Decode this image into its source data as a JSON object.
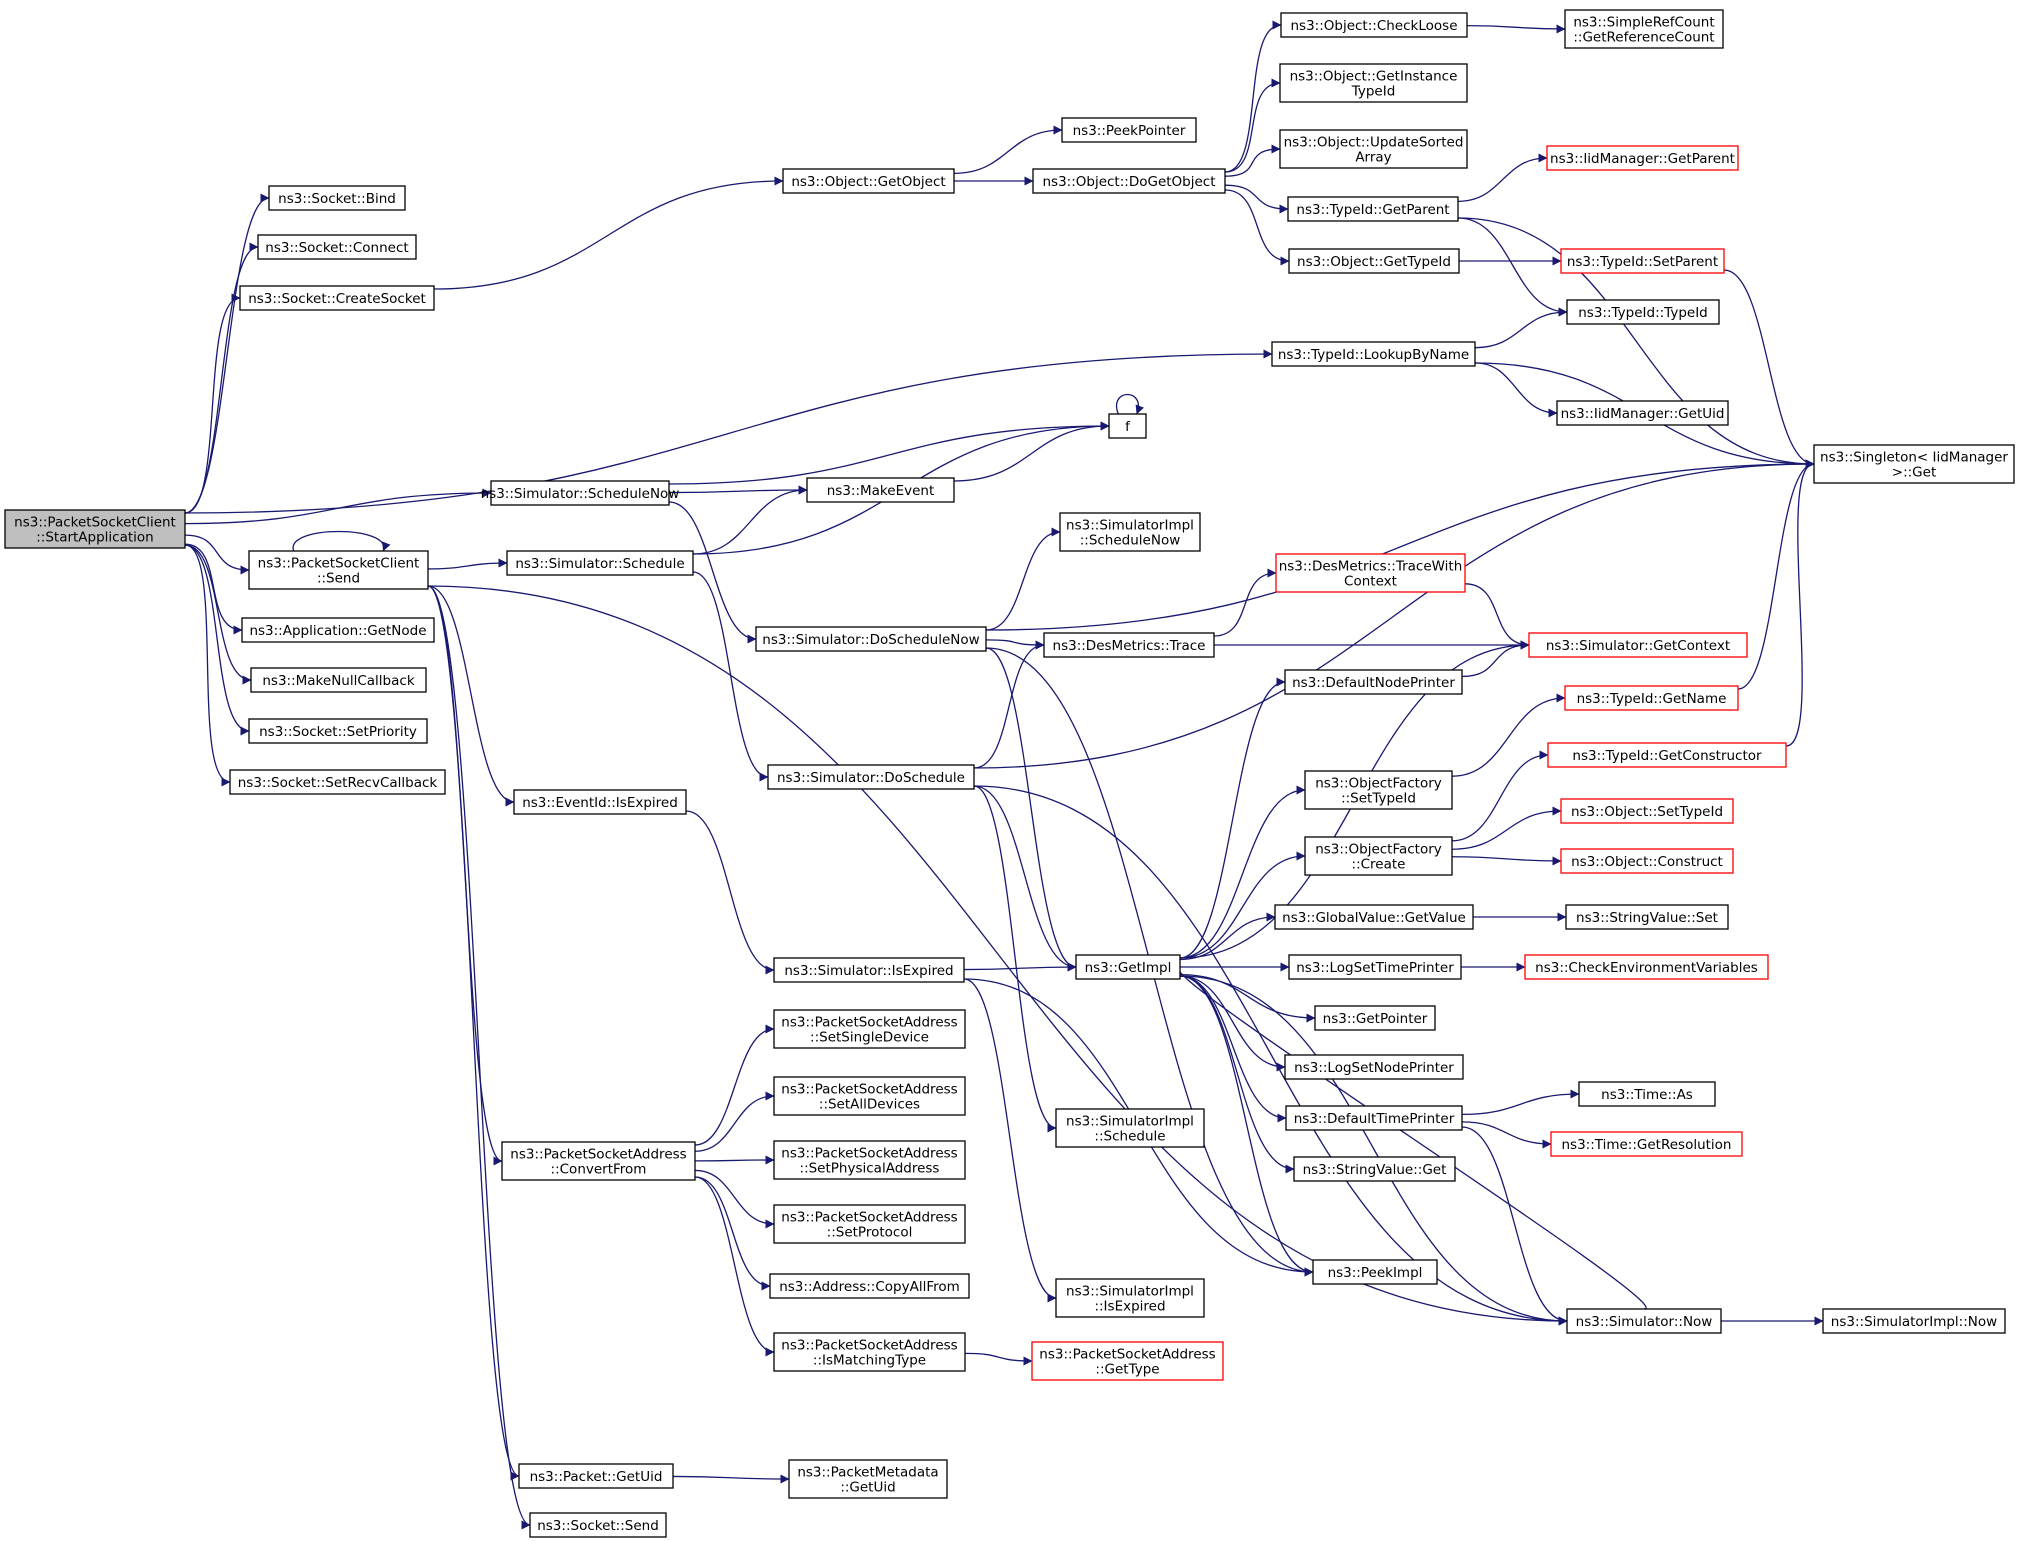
{
  "nodes": [
    {
      "id": "root",
      "lines": [
        "ns3::PacketSocketClient",
        "::StartApplication"
      ],
      "style": "root"
    },
    {
      "id": "sockbind",
      "lines": [
        "ns3::Socket::Bind"
      ]
    },
    {
      "id": "sockconnect",
      "lines": [
        "ns3::Socket::Connect"
      ]
    },
    {
      "id": "createsocket",
      "lines": [
        "ns3::Socket::CreateSocket"
      ]
    },
    {
      "id": "pscsend",
      "lines": [
        "ns3::PacketSocketClient",
        "::Send"
      ]
    },
    {
      "id": "getnode",
      "lines": [
        "ns3::Application::GetNode"
      ]
    },
    {
      "id": "makenullcb",
      "lines": [
        "ns3::MakeNullCallback"
      ]
    },
    {
      "id": "setpriority",
      "lines": [
        "ns3::Socket::SetPriority"
      ]
    },
    {
      "id": "setrecvcb",
      "lines": [
        "ns3::Socket::SetRecvCallback"
      ]
    },
    {
      "id": "getobject",
      "lines": [
        "ns3::Object::GetObject"
      ]
    },
    {
      "id": "peekpointer",
      "lines": [
        "ns3::PeekPointer"
      ]
    },
    {
      "id": "dogetobject",
      "lines": [
        "ns3::Object::DoGetObject"
      ]
    },
    {
      "id": "checkloose",
      "lines": [
        "ns3::Object::CheckLoose"
      ]
    },
    {
      "id": "getrefcount",
      "lines": [
        "ns3::SimpleRefCount",
        "::GetReferenceCount"
      ]
    },
    {
      "id": "getinsttypeid",
      "lines": [
        "ns3::Object::GetInstance",
        "TypeId"
      ]
    },
    {
      "id": "updatesorted",
      "lines": [
        "ns3::Object::UpdateSorted",
        "Array"
      ]
    },
    {
      "id": "typeidgetparent",
      "lines": [
        "ns3::TypeId::GetParent"
      ]
    },
    {
      "id": "iidgetparent",
      "lines": [
        "ns3::IidManager::GetParent"
      ],
      "style": "red"
    },
    {
      "id": "objgettypeid",
      "lines": [
        "ns3::Object::GetTypeId"
      ]
    },
    {
      "id": "typeidsetparent",
      "lines": [
        "ns3::TypeId::SetParent"
      ],
      "style": "red"
    },
    {
      "id": "typeidctor",
      "lines": [
        "ns3::TypeId::TypeId"
      ]
    },
    {
      "id": "lookupbyname",
      "lines": [
        "ns3::TypeId::LookupByName"
      ]
    },
    {
      "id": "iidgetuid",
      "lines": [
        "ns3::IidManager::GetUid"
      ]
    },
    {
      "id": "singleton",
      "lines": [
        "ns3::Singleton< IidManager",
        ">::Get"
      ]
    },
    {
      "id": "f",
      "lines": [
        "f"
      ]
    },
    {
      "id": "schedulenow",
      "lines": [
        "ns3::Simulator::ScheduleNow"
      ]
    },
    {
      "id": "makeevent",
      "lines": [
        "ns3::MakeEvent"
      ]
    },
    {
      "id": "schedule",
      "lines": [
        "ns3::Simulator::Schedule"
      ]
    },
    {
      "id": "implschedulenow",
      "lines": [
        "ns3::SimulatorImpl",
        "::ScheduleNow"
      ]
    },
    {
      "id": "doschedulenow",
      "lines": [
        "ns3::Simulator::DoScheduleNow"
      ]
    },
    {
      "id": "destracewith",
      "lines": [
        "ns3::DesMetrics::TraceWith",
        "Context"
      ],
      "style": "red"
    },
    {
      "id": "destrace",
      "lines": [
        "ns3::DesMetrics::Trace"
      ]
    },
    {
      "id": "getcontext",
      "lines": [
        "ns3::Simulator::GetContext"
      ],
      "style": "red"
    },
    {
      "id": "defnodeprinter",
      "lines": [
        "ns3::DefaultNodePrinter"
      ]
    },
    {
      "id": "typeidgetname",
      "lines": [
        "ns3::TypeId::GetName"
      ],
      "style": "red"
    },
    {
      "id": "doschedule",
      "lines": [
        "ns3::Simulator::DoSchedule"
      ]
    },
    {
      "id": "ofsettypeid",
      "lines": [
        "ns3::ObjectFactory",
        "::SetTypeId"
      ]
    },
    {
      "id": "getconstructor",
      "lines": [
        "ns3::TypeId::GetConstructor"
      ],
      "style": "red"
    },
    {
      "id": "eventisexpired",
      "lines": [
        "ns3::EventId::IsExpired"
      ]
    },
    {
      "id": "objsettypeid",
      "lines": [
        "ns3::Object::SetTypeId"
      ],
      "style": "red"
    },
    {
      "id": "ofcreate",
      "lines": [
        "ns3::ObjectFactory",
        "::Create"
      ]
    },
    {
      "id": "objconstruct",
      "lines": [
        "ns3::Object::Construct"
      ],
      "style": "red"
    },
    {
      "id": "gvgetvalue",
      "lines": [
        "ns3::GlobalValue::GetValue"
      ]
    },
    {
      "id": "stringvalueset",
      "lines": [
        "ns3::StringValue::Set"
      ]
    },
    {
      "id": "simisexpired",
      "lines": [
        "ns3::Simulator::IsExpired"
      ]
    },
    {
      "id": "getimpl",
      "lines": [
        "ns3::GetImpl"
      ]
    },
    {
      "id": "logsettimeprinter",
      "lines": [
        "ns3::LogSetTimePrinter"
      ]
    },
    {
      "id": "checkenvvars",
      "lines": [
        "ns3::CheckEnvironmentVariables"
      ],
      "style": "red"
    },
    {
      "id": "getpointer",
      "lines": [
        "ns3::GetPointer"
      ]
    },
    {
      "id": "psasetsingle",
      "lines": [
        "ns3::PacketSocketAddress",
        "::SetSingleDevice"
      ]
    },
    {
      "id": "logsetnodeprinter",
      "lines": [
        "ns3::LogSetNodePrinter"
      ]
    },
    {
      "id": "psasetall",
      "lines": [
        "ns3::PacketSocketAddress",
        "::SetAllDevices"
      ]
    },
    {
      "id": "timeas",
      "lines": [
        "ns3::Time::As"
      ]
    },
    {
      "id": "deftimeprinter",
      "lines": [
        "ns3::DefaultTimePrinter"
      ]
    },
    {
      "id": "implschedule",
      "lines": [
        "ns3::SimulatorImpl",
        "::Schedule"
      ]
    },
    {
      "id": "timegetres",
      "lines": [
        "ns3::Time::GetResolution"
      ],
      "style": "red"
    },
    {
      "id": "psaconvertfrom",
      "lines": [
        "ns3::PacketSocketAddress",
        "::ConvertFrom"
      ]
    },
    {
      "id": "psasetphys",
      "lines": [
        "ns3::PacketSocketAddress",
        "::SetPhysicalAddress"
      ]
    },
    {
      "id": "stringvalueget",
      "lines": [
        "ns3::StringValue::Get"
      ]
    },
    {
      "id": "psasetproto",
      "lines": [
        "ns3::PacketSocketAddress",
        "::SetProtocol"
      ]
    },
    {
      "id": "peekimpl",
      "lines": [
        "ns3::PeekImpl"
      ]
    },
    {
      "id": "addrcopyall",
      "lines": [
        "ns3::Address::CopyAllFrom"
      ]
    },
    {
      "id": "implisexpired",
      "lines": [
        "ns3::SimulatorImpl",
        "::IsExpired"
      ]
    },
    {
      "id": "simnow",
      "lines": [
        "ns3::Simulator::Now"
      ]
    },
    {
      "id": "implnow",
      "lines": [
        "ns3::SimulatorImpl::Now"
      ]
    },
    {
      "id": "psaismatching",
      "lines": [
        "ns3::PacketSocketAddress",
        "::IsMatchingType"
      ]
    },
    {
      "id": "psagettype",
      "lines": [
        "ns3::PacketSocketAddress",
        "::GetType"
      ],
      "style": "red"
    },
    {
      "id": "packetgetuid",
      "lines": [
        "ns3::Packet::GetUid"
      ]
    },
    {
      "id": "pmgetuid",
      "lines": [
        "ns3::PacketMetadata",
        "::GetUid"
      ]
    },
    {
      "id": "socksend",
      "lines": [
        "ns3::Socket::Send"
      ]
    }
  ],
  "edges": [
    [
      "root",
      "sockbind"
    ],
    [
      "root",
      "sockconnect"
    ],
    [
      "root",
      "createsocket"
    ],
    [
      "root",
      "lookupbyname"
    ],
    [
      "root",
      "schedulenow"
    ],
    [
      "root",
      "pscsend"
    ],
    [
      "root",
      "getnode"
    ],
    [
      "root",
      "makenullcb"
    ],
    [
      "root",
      "setpriority"
    ],
    [
      "root",
      "setrecvcb"
    ],
    [
      "createsocket",
      "getobject"
    ],
    [
      "getobject",
      "peekpointer"
    ],
    [
      "getobject",
      "dogetobject"
    ],
    [
      "dogetobject",
      "checkloose"
    ],
    [
      "checkloose",
      "getrefcount"
    ],
    [
      "dogetobject",
      "getinsttypeid"
    ],
    [
      "dogetobject",
      "updatesorted"
    ],
    [
      "dogetobject",
      "typeidgetparent"
    ],
    [
      "dogetobject",
      "objgettypeid"
    ],
    [
      "typeidgetparent",
      "iidgetparent"
    ],
    [
      "typeidgetparent",
      "singleton"
    ],
    [
      "typeidgetparent",
      "typeidctor"
    ],
    [
      "objgettypeid",
      "typeidsetparent"
    ],
    [
      "typeidsetparent",
      "singleton"
    ],
    [
      "lookupbyname",
      "typeidctor"
    ],
    [
      "lookupbyname",
      "singleton"
    ],
    [
      "lookupbyname",
      "iidgetuid"
    ],
    [
      "f",
      "f"
    ],
    [
      "schedulenow",
      "f"
    ],
    [
      "schedulenow",
      "makeevent"
    ],
    [
      "schedulenow",
      "doschedulenow"
    ],
    [
      "makeevent",
      "f"
    ],
    [
      "pscsend",
      "pscsend"
    ],
    [
      "pscsend",
      "schedule"
    ],
    [
      "pscsend",
      "eventisexpired"
    ],
    [
      "pscsend",
      "psaconvertfrom"
    ],
    [
      "pscsend",
      "simnow"
    ],
    [
      "pscsend",
      "packetgetuid"
    ],
    [
      "pscsend",
      "socksend"
    ],
    [
      "schedule",
      "makeevent"
    ],
    [
      "schedule",
      "f"
    ],
    [
      "schedule",
      "doschedule"
    ],
    [
      "doschedulenow",
      "singleton"
    ],
    [
      "doschedulenow",
      "implschedulenow"
    ],
    [
      "doschedulenow",
      "destrace"
    ],
    [
      "doschedulenow",
      "getimpl"
    ],
    [
      "doschedulenow",
      "peekimpl"
    ],
    [
      "destrace",
      "destracewith"
    ],
    [
      "destrace",
      "getcontext"
    ],
    [
      "destracewith",
      "getcontext"
    ],
    [
      "doschedule",
      "singleton"
    ],
    [
      "doschedule",
      "destrace"
    ],
    [
      "doschedule",
      "getimpl"
    ],
    [
      "doschedule",
      "implschedule"
    ],
    [
      "doschedule",
      "simnow"
    ],
    [
      "eventisexpired",
      "simisexpired"
    ],
    [
      "simisexpired",
      "getimpl"
    ],
    [
      "simisexpired",
      "implisexpired"
    ],
    [
      "simisexpired",
      "peekimpl"
    ],
    [
      "getimpl",
      "getcontext"
    ],
    [
      "getimpl",
      "defnodeprinter"
    ],
    [
      "getimpl",
      "ofsettypeid"
    ],
    [
      "getimpl",
      "ofcreate"
    ],
    [
      "getimpl",
      "gvgetvalue"
    ],
    [
      "getimpl",
      "logsettimeprinter"
    ],
    [
      "getimpl",
      "getpointer"
    ],
    [
      "getimpl",
      "logsetnodeprinter"
    ],
    [
      "getimpl",
      "deftimeprinter"
    ],
    [
      "getimpl",
      "stringvalueget"
    ],
    [
      "getimpl",
      "peekimpl"
    ],
    [
      "getimpl",
      "simnow"
    ],
    [
      "defnodeprinter",
      "getcontext"
    ],
    [
      "ofsettypeid",
      "typeidgetname"
    ],
    [
      "typeidgetname",
      "singleton"
    ],
    [
      "ofcreate",
      "getconstructor"
    ],
    [
      "ofcreate",
      "objsettypeid"
    ],
    [
      "ofcreate",
      "objconstruct"
    ],
    [
      "getconstructor",
      "singleton"
    ],
    [
      "gvgetvalue",
      "stringvalueset"
    ],
    [
      "logsettimeprinter",
      "checkenvvars"
    ],
    [
      "deftimeprinter",
      "timeas"
    ],
    [
      "deftimeprinter",
      "timegetres"
    ],
    [
      "deftimeprinter",
      "simnow"
    ],
    [
      "simnow",
      "getimpl"
    ],
    [
      "simnow",
      "implnow"
    ],
    [
      "psaconvertfrom",
      "psasetsingle"
    ],
    [
      "psaconvertfrom",
      "psasetall"
    ],
    [
      "psaconvertfrom",
      "psasetphys"
    ],
    [
      "psaconvertfrom",
      "psasetproto"
    ],
    [
      "psaconvertfrom",
      "addrcopyall"
    ],
    [
      "psaconvertfrom",
      "psaismatching"
    ],
    [
      "psaismatching",
      "psagettype"
    ],
    [
      "packetgetuid",
      "pmgetuid"
    ]
  ]
}
